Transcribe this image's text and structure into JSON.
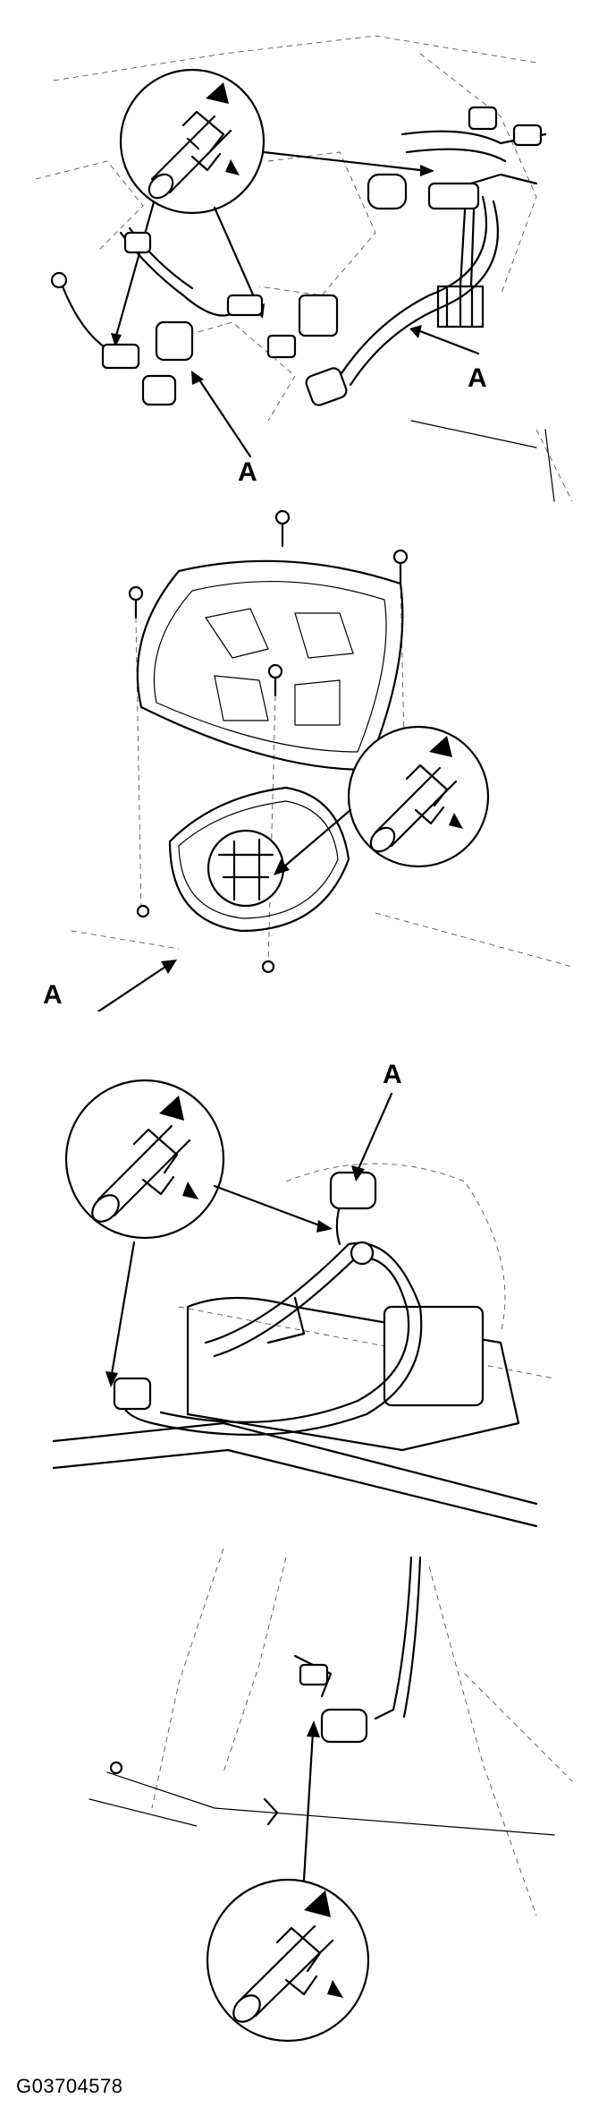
{
  "panels": [
    {
      "callouts": [
        "A",
        "A"
      ]
    },
    {
      "callouts": [
        "A"
      ]
    },
    {
      "callouts": [
        "A"
      ]
    },
    {
      "callouts": []
    }
  ],
  "figure_id": "G03704578",
  "icons": {
    "quick_connector_detail": "magnified-clip-release-icon",
    "arrow": "pointer-arrow-icon"
  }
}
